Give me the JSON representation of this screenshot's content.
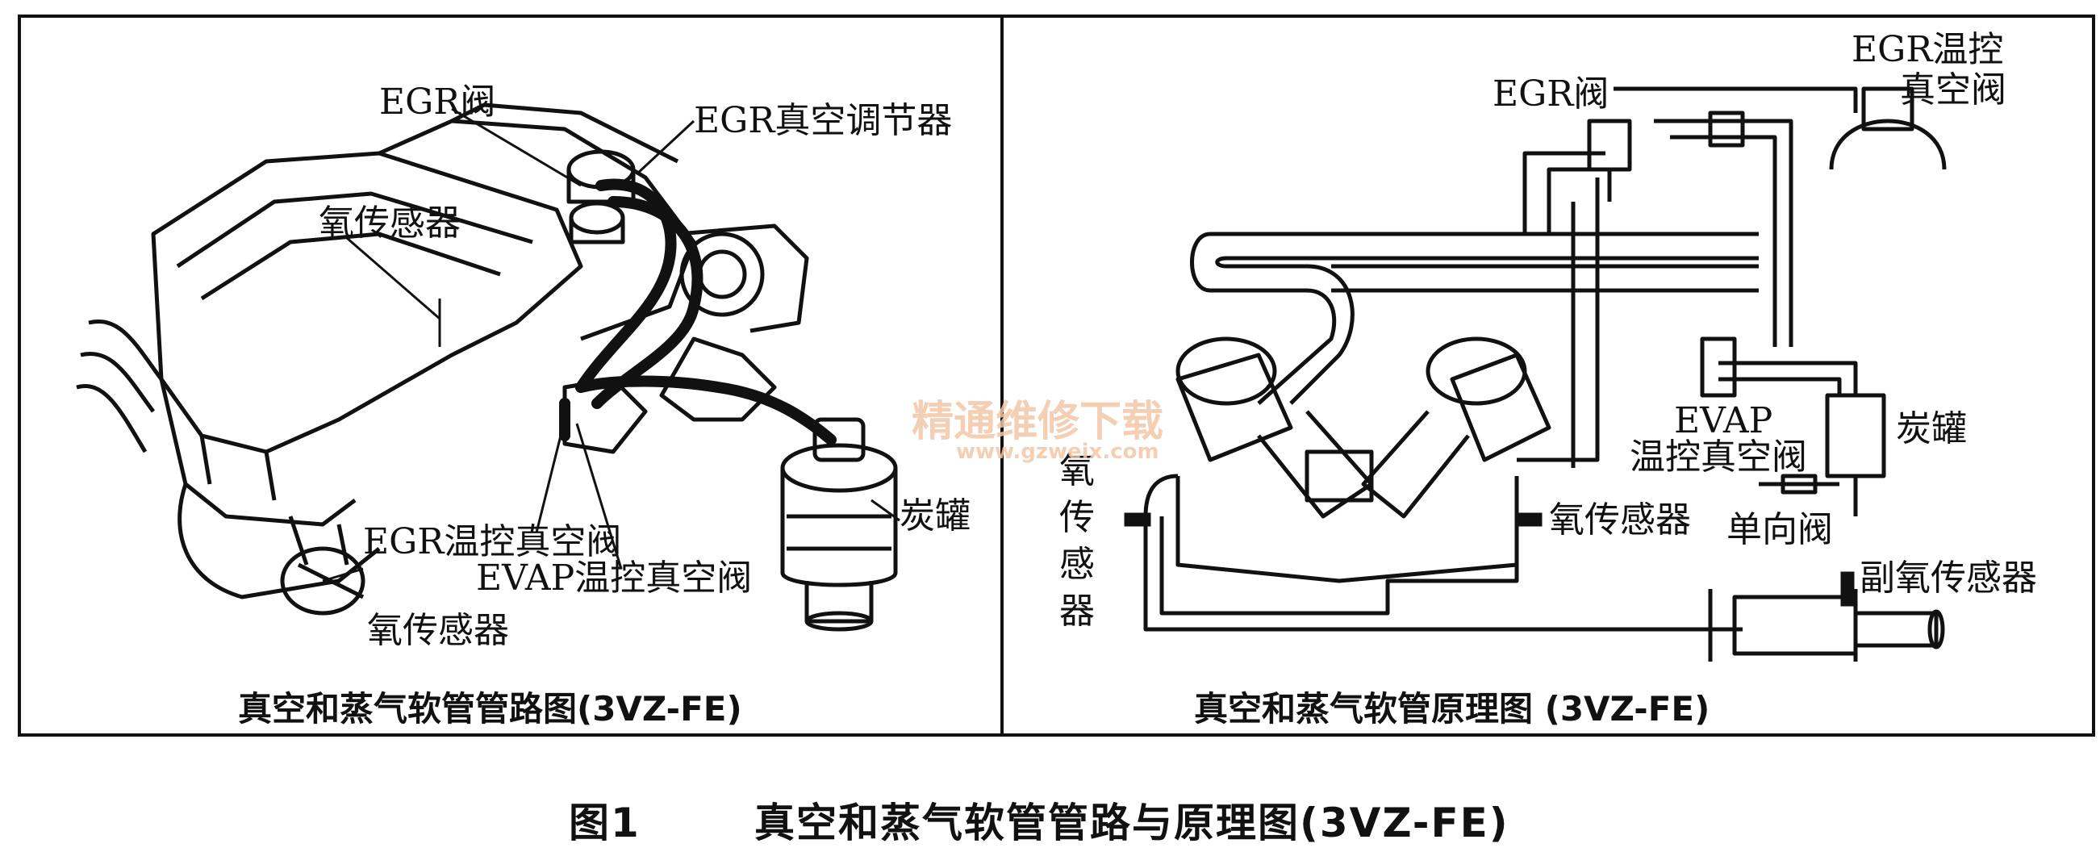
{
  "left_panel": {
    "caption": "真空和蒸气软管管路图(3VZ-FE)",
    "labels": {
      "egr_valve": "EGR阀",
      "egr_vacuum_regulator": "EGR真空调节器",
      "o2_sensor_top": "氧传感器",
      "egr_vsv": "EGR温控真空阀",
      "evap_vsv": "EVAP温控真空阀",
      "o2_sensor_bottom": "氧传感器",
      "canister": "炭罐"
    }
  },
  "right_panel": {
    "caption": "真空和蒸气软管原理图 (3VZ-FE)",
    "labels": {
      "egr_valve": "EGR阀",
      "egr_vsv_line1": "EGR温控",
      "egr_vsv_line2": "真空阀",
      "evap_line1": "EVAP",
      "evap_line2": "温控真空阀",
      "canister": "炭罐",
      "o2_sensor_left": "氧传感器",
      "o2_sensor_right": "氧传感器",
      "check_valve": "单向阀",
      "sub_o2_sensor": "副氧传感器"
    }
  },
  "watermark": {
    "main": "精通维修下载",
    "url": "www.gzweix.com"
  },
  "figure": {
    "number": "图1",
    "title": "真空和蒸气软管管路与原理图(3VZ-FE)"
  }
}
